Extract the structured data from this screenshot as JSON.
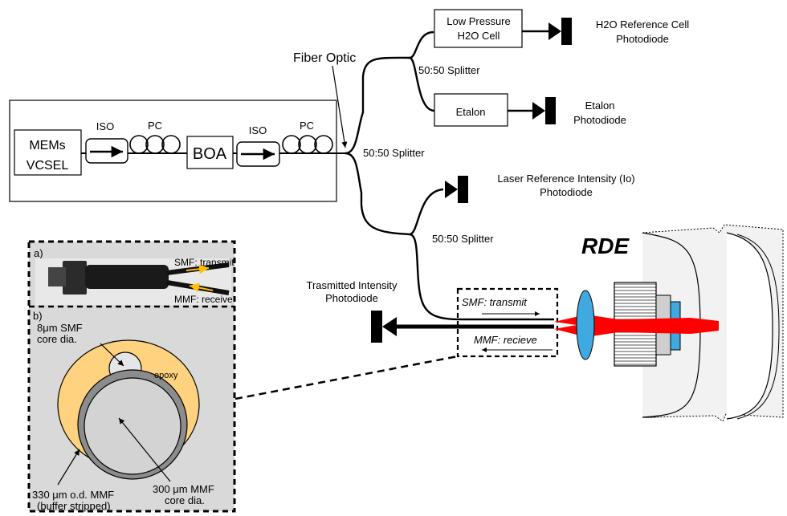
{
  "labels": {
    "memes_line1": "MEMs",
    "memes_line2": "VCSEL",
    "iso_1": "ISO",
    "pc_1": "PC",
    "boa": "BOA",
    "iso_2": "ISO",
    "pc_2": "PC",
    "fiber_optic": "Fiber Optic",
    "splitter_main": "50:50 Splitter",
    "splitter_top": "50:50 Splitter",
    "splitter_mid": "50:50 Splitter",
    "h2o_cell_line1": "Low Pressure",
    "h2o_cell_line2": "H2O Cell",
    "h2o_pd_line1": "H2O Reference Cell",
    "h2o_pd_line2": "Photodiode",
    "etalon_box": "Etalon",
    "etalon_pd_line1": "Etalon",
    "etalon_pd_line2": "Photodiode",
    "laser_ref_line1": "Laser Reference Intensity (Io)",
    "laser_ref_line2": "Photodiode",
    "trans_line1": "Trasmitted Intensity",
    "trans_line2": "Photodiode",
    "smf_transmit": "SMF: transmit",
    "mmf_recieve": "MMF: recieve",
    "rde": "RDE"
  },
  "inset": {
    "a_label": "a)",
    "a_smf": "SMF: transmit",
    "a_mmf": "MMF: receive",
    "b_label": "b)",
    "smf_core_line1": "8μm SMF",
    "smf_core_line2": "core dia.",
    "epoxy": "epoxy",
    "mmf_od_line1": "330 μm o.d. MMF",
    "mmf_od_line2": "(buffer stripped)",
    "mmf_core_line1": "300 μm MMF",
    "mmf_core_line2": "core dia."
  },
  "colors": {
    "epoxy_fill": "#ffd27f",
    "fiber_gray": "#d3d3d3",
    "lens_blue": "#3fa9e0",
    "beam_red": "#ff0000",
    "arrow_yellow": "#ffc000"
  }
}
